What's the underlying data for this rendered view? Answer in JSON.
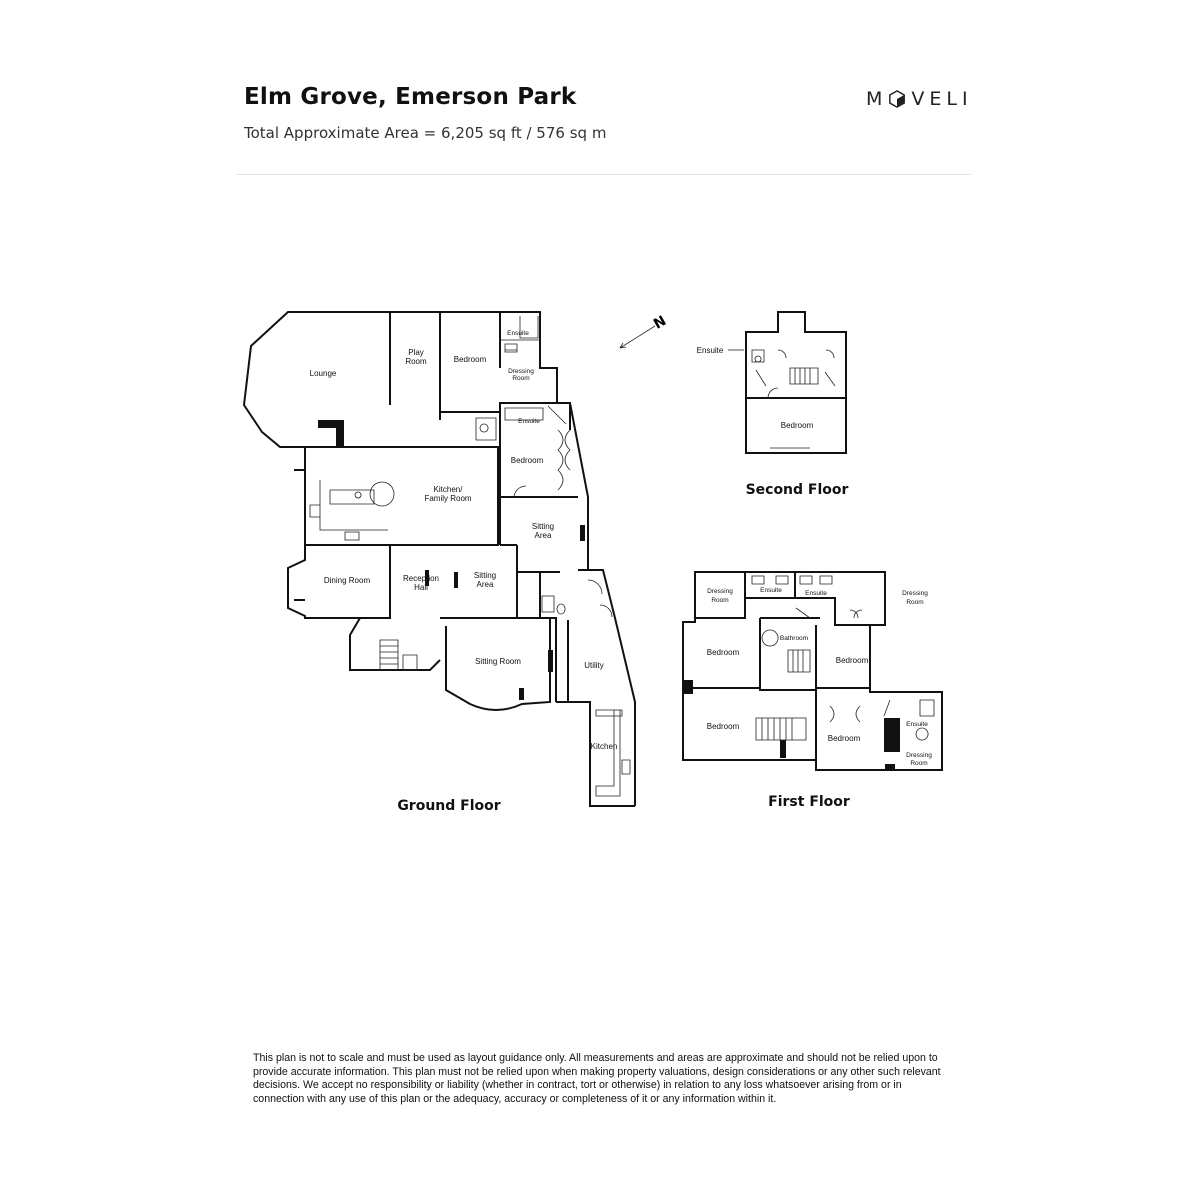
{
  "header": {
    "title": "Elm Grove, Emerson Park",
    "subtitle": "Total Approximate Area = 6,205 sq ft / 576 sq m",
    "brand_first": "M",
    "brand_rest": "VELI",
    "brand_icon": "hexagon-logo-icon"
  },
  "compass": {
    "label": "N",
    "icon": "north-arrow-icon"
  },
  "floors": {
    "ground": {
      "label": "Ground Floor",
      "rooms": {
        "lounge": "Lounge",
        "play_room_1": "Play",
        "play_room_2": "Room",
        "bedroom": "Bedroom",
        "ensuite_a": "Ensuite",
        "dressing_1": "Dressing",
        "dressing_2": "Room",
        "ensuite_b": "Ensuite",
        "bedroom_2": "Bedroom",
        "kitchen_1": "Kitchen/",
        "kitchen_2": "Family Room",
        "sitting_area_1a": "Sitting",
        "sitting_area_1b": "Area",
        "dining_room": "Dining Room",
        "reception_1": "Reception",
        "reception_2": "Hall",
        "sitting_area_2a": "Sitting",
        "sitting_area_2b": "Area",
        "sitting_room": "Sitting Room",
        "utility": "Utility",
        "kitchen": "Kitchen"
      }
    },
    "second": {
      "label": "Second Floor",
      "rooms": {
        "ensuite": "Ensuite",
        "bedroom": "Bedroom"
      }
    },
    "first": {
      "label": "First Floor",
      "rooms": {
        "dressing_a1": "Dressing",
        "dressing_a2": "Room",
        "ensuite_a": "Ensuite",
        "ensuite_b": "Ensuite",
        "dressing_b1": "Dressing",
        "dressing_b2": "Room",
        "bathroom": "Bathroom",
        "bedroom_a": "Bedroom",
        "bedroom_b": "Bedroom",
        "bedroom_c": "Bedroom",
        "bedroom_d": "Bedroom",
        "ensuite_c": "Ensuite",
        "dressing_c1": "Dressing",
        "dressing_c2": "Room"
      }
    }
  },
  "disclaimer": "This plan is not to scale and must be used as layout guidance only. All measurements and areas are approximate and should not be relied upon to provide accurate information. This plan must not be relied upon when making property valuations, design considerations or any other such relevant decisions. We accept no responsibility or liability (whether in contract, tort or otherwise) in relation to any loss whatsoever arising from or in connection with any use of this plan or the adequacy, accuracy or completeness of it or any information within it."
}
